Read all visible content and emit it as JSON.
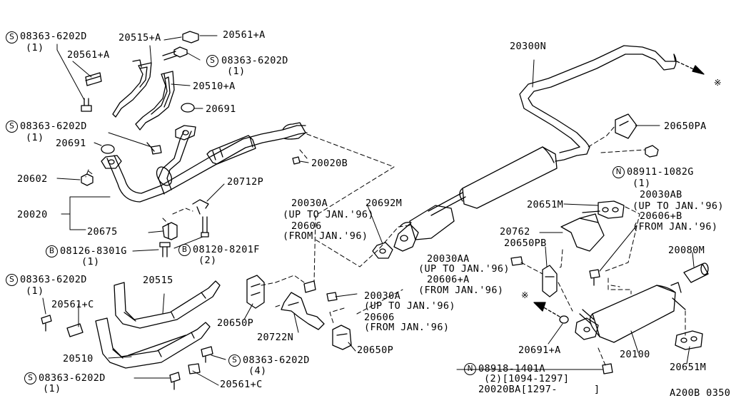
{
  "diagram_id": "A200B 0350",
  "callouts": {
    "c1": {
      "prefix": "S",
      "part": "08363-6202D",
      "qty": "(1)"
    },
    "c2": {
      "part": "20515+A"
    },
    "c3": {
      "part": "20561+A"
    },
    "c4": {
      "part": "20561+A"
    },
    "c5": {
      "prefix": "S",
      "part": "08363-6202D",
      "qty": "(1)"
    },
    "c6": {
      "part": "20510+A"
    },
    "c7": {
      "part": "20691"
    },
    "c8": {
      "prefix": "S",
      "part": "08363-6202D",
      "qty": "(1)"
    },
    "c9": {
      "part": "20691"
    },
    "c10": {
      "part": "20020B"
    },
    "c11": {
      "part": "20602"
    },
    "c12": {
      "part": "20712P"
    },
    "c13": {
      "part": "20020"
    },
    "c14": {
      "part": "20675"
    },
    "c15": {
      "prefix": "B",
      "part": "08126-8301G",
      "qty": "(1)"
    },
    "c16": {
      "prefix": "B",
      "part": "08120-8201F",
      "qty": "(2)"
    },
    "c17": {
      "part": "20300N"
    },
    "c18": {
      "part": "20650PA"
    },
    "c19": {
      "prefix": "N",
      "part": "08911-1082G",
      "qty": "(1)"
    },
    "c20": {
      "line1": "20030A",
      "line2": "(UP TO JAN.'96)",
      "line3": "20606",
      "line4": "(FROM JAN.'96)"
    },
    "c21": {
      "part": "20692M"
    },
    "c22": {
      "part": "20651M"
    },
    "c23": {
      "line1": "20030AB",
      "line2": "(UP TO JAN.'96)",
      "line3": "20606+B",
      "line4": "(FROM JAN.'96)"
    },
    "c24": {
      "part": "20762"
    },
    "c25": {
      "part": "20650PB"
    },
    "c26": {
      "part": "20080M"
    },
    "c27": {
      "line1": "20030AA",
      "line2": "(UP TO JAN.'96)",
      "line3": "20606+A",
      "line4": "(FROM JAN.'96)"
    },
    "c28": {
      "prefix": "S",
      "part": "08363-6202D",
      "qty": "(1)"
    },
    "c29": {
      "part": "20515"
    },
    "c30": {
      "part": "20561+C"
    },
    "c31": {
      "part": "20650P"
    },
    "c32": {
      "line1": "20030A",
      "line2": "(UP TO JAN.'96)",
      "line3": "20606",
      "line4": "(FROM JAN.'96)"
    },
    "c33": {
      "part": "20722N"
    },
    "c34": {
      "part": "20650P"
    },
    "c35": {
      "part": "20691+A"
    },
    "c36": {
      "part": "20100"
    },
    "c37": {
      "part": "20510"
    },
    "c38": {
      "prefix": "S",
      "part": "08363-6202D",
      "qty": "(4)"
    },
    "c39": {
      "prefix": "N",
      "part": "08918-1401A",
      "qty": "(2)[1094-1297]",
      "line3": "20020BA[1297-      ]"
    },
    "c40": {
      "prefix": "S",
      "part": "08363-6202D",
      "qty": "(1)"
    },
    "c41": {
      "part": "20561+C"
    },
    "c42": {
      "part": "20651M"
    }
  },
  "markers": {
    "reference": "※"
  }
}
